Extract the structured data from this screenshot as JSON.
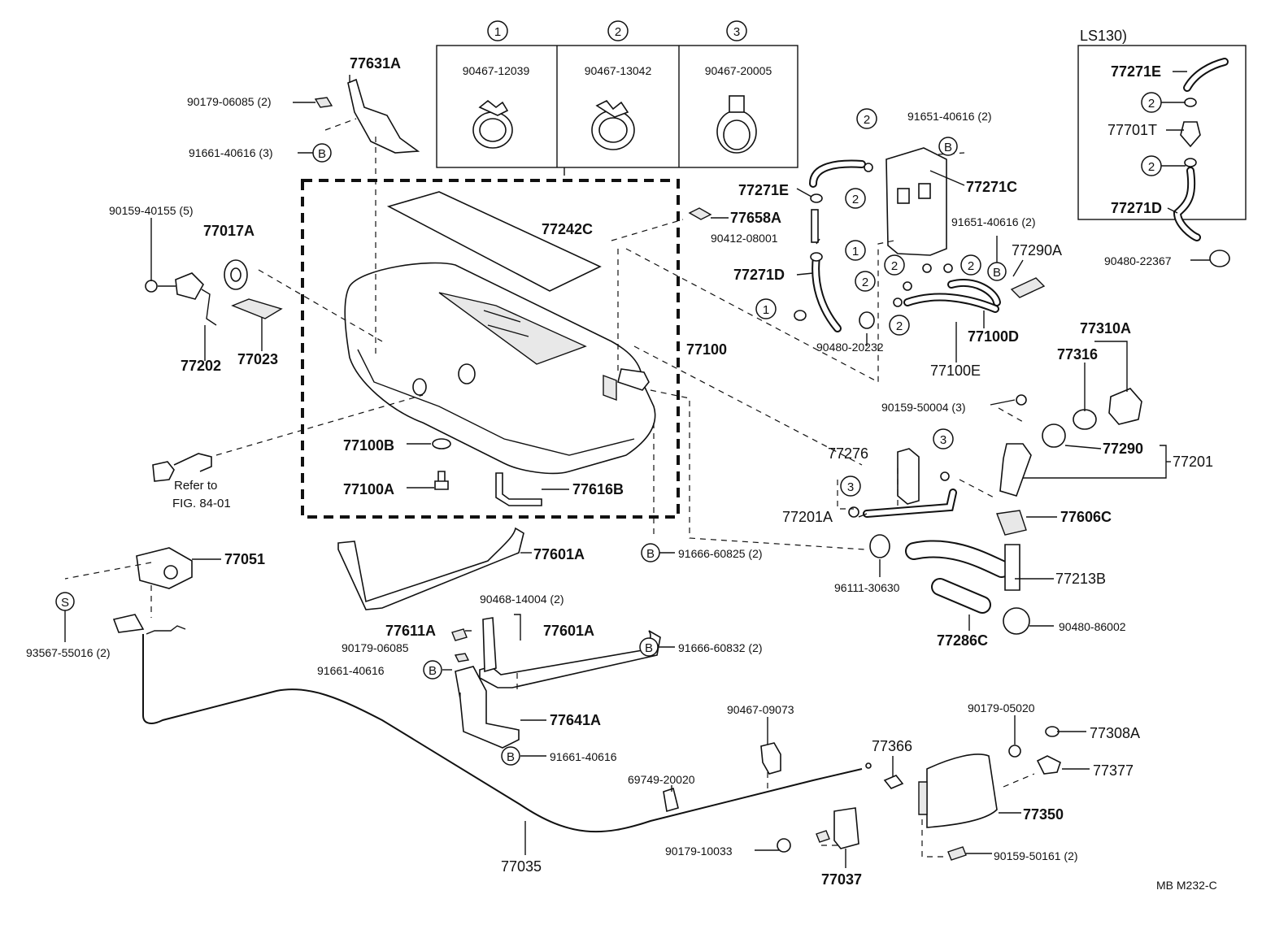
{
  "diagram": {
    "ref_code": "MB  M232-C",
    "variant_label": "LS130)",
    "refer_text_1": "Refer to",
    "refer_text_2": "FIG. 84-01",
    "clamp_table": [
      {
        "marker": "1",
        "part": "90467-12039"
      },
      {
        "marker": "2",
        "part": "90467-13042"
      },
      {
        "marker": "3",
        "part": "90467-20005"
      }
    ],
    "labels": {
      "p77631A": "77631A",
      "p90179_06085_2": "90179-06085 (2)",
      "p91661_40616_3": "91661-40616 (3)",
      "p90159_40155_5": "90159-40155 (5)",
      "p77017A": "77017A",
      "p77202": "77202",
      "p77023": "77023",
      "p77242C": "77242C",
      "p77658A": "77658A",
      "p77100": "77100",
      "p77100B": "77100B",
      "p77100A": "77100A",
      "p77616B": "77616B",
      "p77601A_1": "77601A",
      "p91666_60825": "91666-60825 (2)",
      "p77051": "77051",
      "p93567": "93567-55016 (2)",
      "p90468": "90468-14004 (2)",
      "p77611A": "77611A",
      "p77601A_2": "77601A",
      "p90179_06085": "90179-06085",
      "p91661_40616_a": "91661-40616",
      "p91666_60832": "91666-60832 (2)",
      "p77641A": "77641A",
      "p91661_40616_b": "91661-40616",
      "p90467_09073": "90467-09073",
      "p69749": "69749-20020",
      "p77035": "77035",
      "p90179_10033": "90179-10033",
      "p77037": "77037",
      "p77366": "77366",
      "p90179_05020": "90179-05020",
      "p77308A": "77308A",
      "p77377": "77377",
      "p77350": "77350",
      "p90159_50161": "90159-50161 (2)",
      "p91651_40616_top": "91651-40616 (2)",
      "p77271E_mid": "77271E",
      "p77271C": "77271C",
      "p90412": "90412-08001",
      "p77271D_mid": "77271D",
      "p91651_40616_mid": "91651-40616 (2)",
      "p77290A": "77290A",
      "p90480_20232": "90480-20232",
      "p77100D": "77100D",
      "p77100E": "77100E",
      "p77310A": "77310A",
      "p77316": "77316",
      "p90159_50004": "90159-50004 (3)",
      "p77290": "77290",
      "p77201": "77201",
      "p77276": "77276",
      "p77201A": "77201A",
      "p77606C": "77606C",
      "p96111": "96111-30630",
      "p77213B": "77213B",
      "p77286C": "77286C",
      "p90480_86002": "90480-86002",
      "p77271E_ls": "77271E",
      "p77701T": "77701T",
      "p77271D_ls": "77271D",
      "p90480_22367": "90480-22367"
    },
    "markers": {
      "B": "B",
      "S": "S",
      "one": "1",
      "two": "2",
      "three": "3"
    }
  }
}
